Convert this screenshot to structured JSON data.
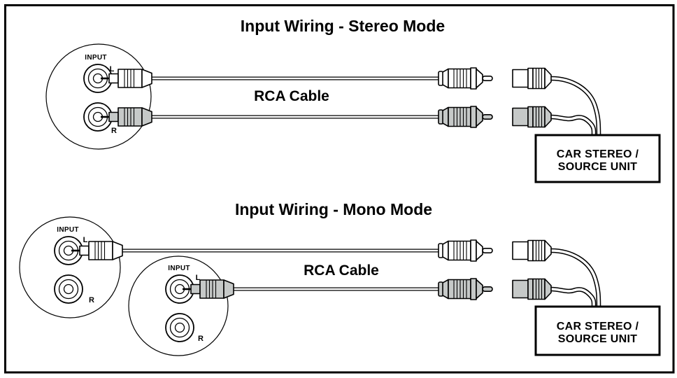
{
  "colors": {
    "background": "#ffffff",
    "line": "#000000",
    "plug_white": "#ffffff",
    "plug_gray": "#c6c9c8"
  },
  "stereo": {
    "title": "Input Wiring - Stereo Mode",
    "cable_label": "RCA Cable",
    "panel": {
      "label": "INPUT",
      "jack_left": "L",
      "jack_right": "R"
    },
    "source": {
      "line1": "CAR STEREO /",
      "line2": "SOURCE UNIT"
    }
  },
  "mono": {
    "title": "Input Wiring - Mono Mode",
    "cable_label": "RCA Cable",
    "panel_left": {
      "label": "INPUT",
      "jack_left": "L",
      "jack_right": "R"
    },
    "panel_right": {
      "label": "INPUT",
      "jack_left": "L",
      "jack_right": "R"
    },
    "source": {
      "line1": "CAR STEREO /",
      "line2": "SOURCE UNIT"
    }
  }
}
